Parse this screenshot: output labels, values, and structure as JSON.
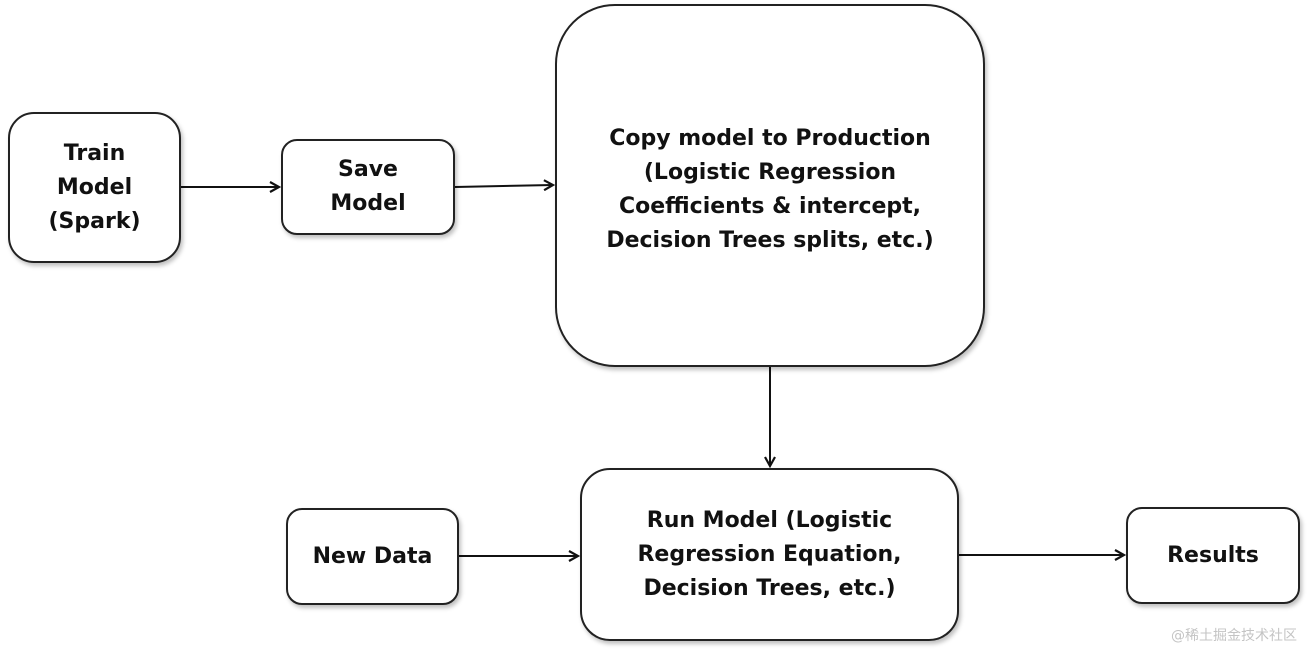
{
  "diagram": {
    "nodes": [
      {
        "id": "train",
        "label": "Train\nModel\n(Spark)"
      },
      {
        "id": "save",
        "label": "Save\nModel"
      },
      {
        "id": "copy",
        "label": "Copy model to Production\n(Logistic Regression\nCoefficients & intercept,\nDecision Trees splits, etc.)"
      },
      {
        "id": "newdata",
        "label": "New Data"
      },
      {
        "id": "run",
        "label": "Run Model (Logistic\nRegression Equation,\nDecision Trees, etc.)"
      },
      {
        "id": "results",
        "label": "Results"
      }
    ],
    "edges": [
      {
        "from": "train",
        "to": "save"
      },
      {
        "from": "save",
        "to": "copy"
      },
      {
        "from": "copy",
        "to": "run"
      },
      {
        "from": "newdata",
        "to": "run"
      },
      {
        "from": "run",
        "to": "results"
      }
    ]
  },
  "watermark": "@稀土掘金技术社区"
}
